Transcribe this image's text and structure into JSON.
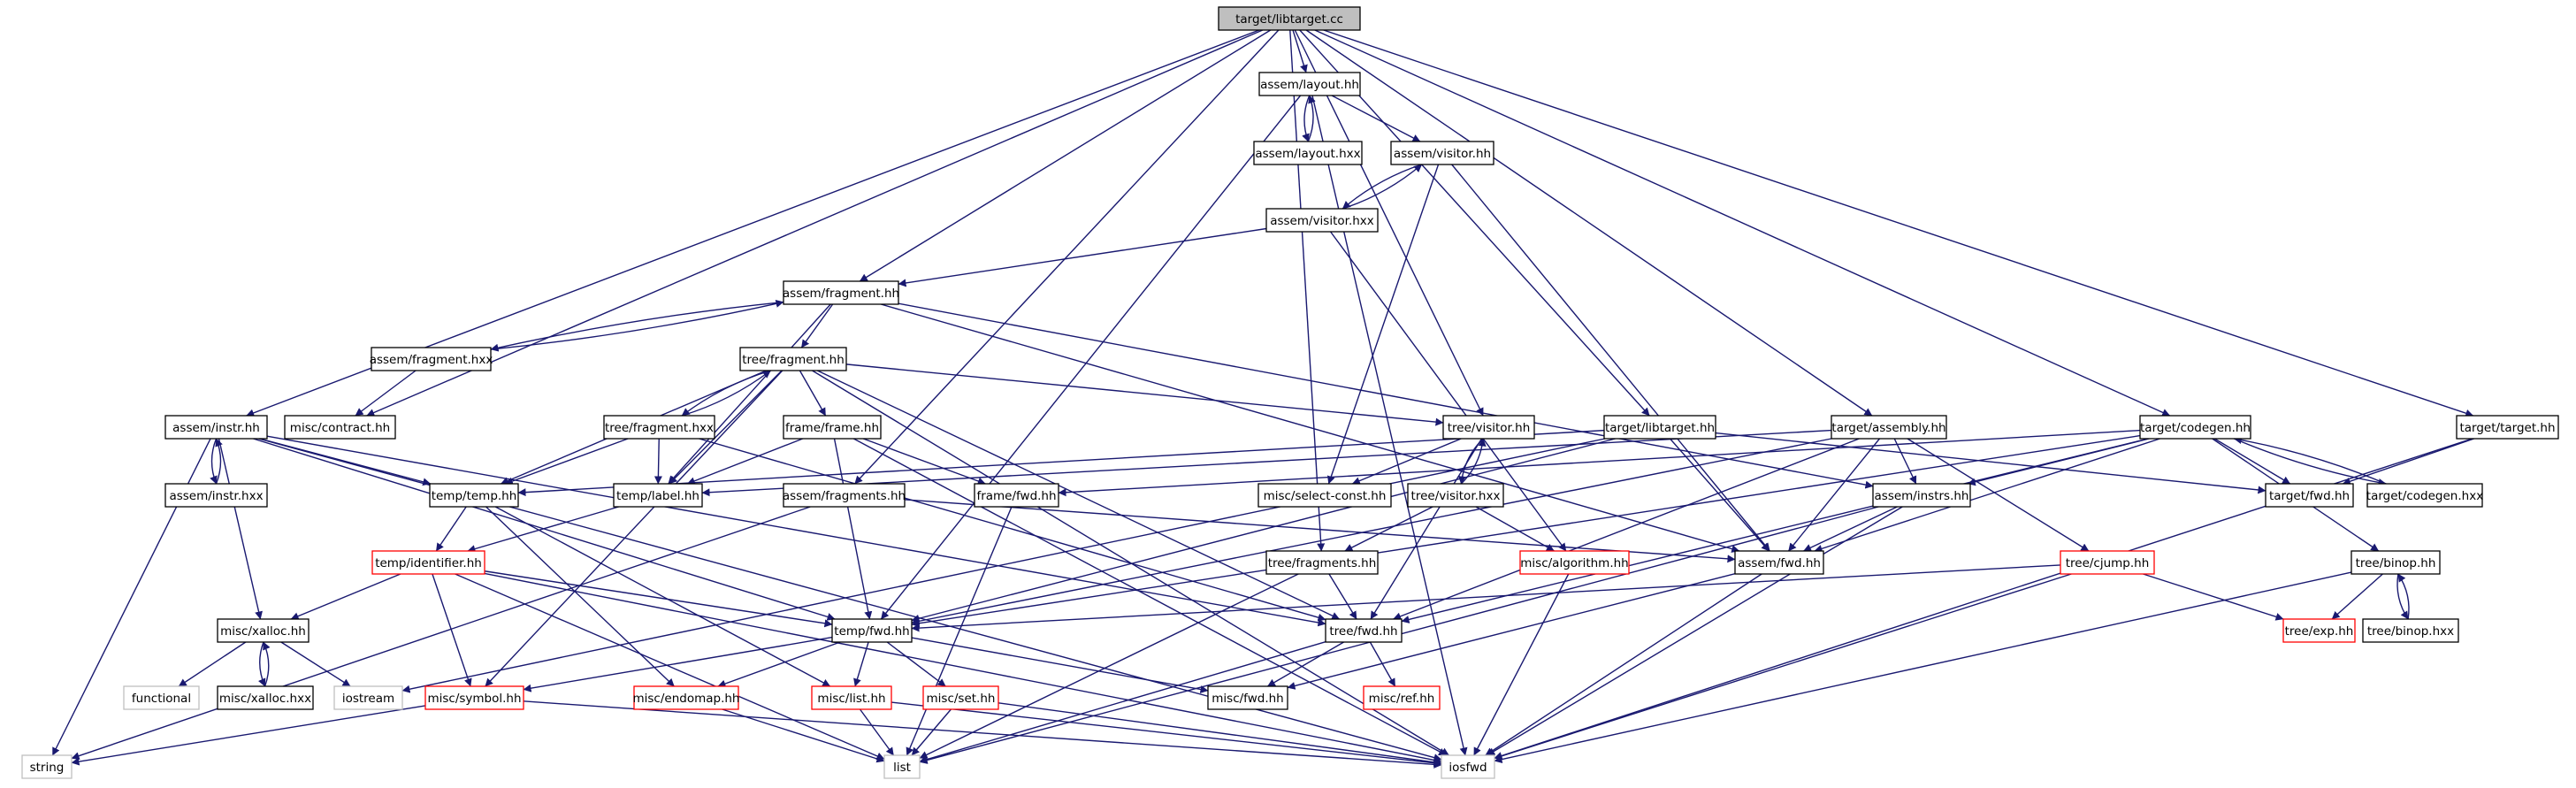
{
  "colors": {
    "edge": "#191970",
    "node_border": "#000000",
    "missing_border": "#ff0000",
    "external_border": "#bfbfbf",
    "root_fill": "#bfbfbf"
  },
  "nodes": [
    {
      "id": "libtarget_cc",
      "label": "target/libtarget.cc",
      "kind": "root"
    },
    {
      "id": "assem_layout_hh",
      "label": "assem/layout.hh",
      "kind": "normal"
    },
    {
      "id": "assem_layout_hxx",
      "label": "assem/layout.hxx",
      "kind": "normal"
    },
    {
      "id": "assem_visitor_hh",
      "label": "assem/visitor.hh",
      "kind": "normal"
    },
    {
      "id": "assem_visitor_hxx",
      "label": "assem/visitor.hxx",
      "kind": "normal"
    },
    {
      "id": "assem_fragment_hh",
      "label": "assem/fragment.hh",
      "kind": "normal"
    },
    {
      "id": "assem_fragment_hxx",
      "label": "assem/fragment.hxx",
      "kind": "normal"
    },
    {
      "id": "misc_contract_hh",
      "label": "misc/contract.hh",
      "kind": "normal"
    },
    {
      "id": "tree_fragment_hh",
      "label": "tree/fragment.hh",
      "kind": "normal"
    },
    {
      "id": "tree_fragment_hxx",
      "label": "tree/fragment.hxx",
      "kind": "normal"
    },
    {
      "id": "frame_frame_hh",
      "label": "frame/frame.hh",
      "kind": "normal"
    },
    {
      "id": "assem_instr_hh",
      "label": "assem/instr.hh",
      "kind": "normal"
    },
    {
      "id": "assem_instr_hxx",
      "label": "assem/instr.hxx",
      "kind": "normal"
    },
    {
      "id": "temp_temp_hh",
      "label": "temp/temp.hh",
      "kind": "normal"
    },
    {
      "id": "temp_label_hh",
      "label": "temp/label.hh",
      "kind": "normal"
    },
    {
      "id": "assem_fragments_hh",
      "label": "assem/fragments.hh",
      "kind": "normal"
    },
    {
      "id": "frame_fwd_hh",
      "label": "frame/fwd.hh",
      "kind": "normal"
    },
    {
      "id": "tree_visitor_hh",
      "label": "tree/visitor.hh",
      "kind": "normal"
    },
    {
      "id": "tree_visitor_hxx",
      "label": "tree/visitor.hxx",
      "kind": "normal"
    },
    {
      "id": "misc_select_const_hh",
      "label": "misc/select-const.hh",
      "kind": "normal"
    },
    {
      "id": "target_libtarget_hh",
      "label": "target/libtarget.hh",
      "kind": "normal"
    },
    {
      "id": "target_assembly_hh",
      "label": "target/assembly.hh",
      "kind": "normal"
    },
    {
      "id": "assem_instrs_hh",
      "label": "assem/instrs.hh",
      "kind": "normal"
    },
    {
      "id": "assem_fwd_hh",
      "label": "assem/fwd.hh",
      "kind": "normal"
    },
    {
      "id": "target_codegen_hh",
      "label": "target/codegen.hh",
      "kind": "normal"
    },
    {
      "id": "target_fwd_hh",
      "label": "target/fwd.hh",
      "kind": "normal"
    },
    {
      "id": "target_codegen_hxx",
      "label": "target/codegen.hxx",
      "kind": "normal"
    },
    {
      "id": "target_target_hh",
      "label": "target/target.hh",
      "kind": "normal"
    },
    {
      "id": "temp_identifier_hh",
      "label": "temp/identifier.hh",
      "kind": "missing"
    },
    {
      "id": "misc_xalloc_hh",
      "label": "misc/xalloc.hh",
      "kind": "normal"
    },
    {
      "id": "misc_xalloc_hxx",
      "label": "misc/xalloc.hxx",
      "kind": "normal"
    },
    {
      "id": "temp_fwd_hh",
      "label": "temp/fwd.hh",
      "kind": "normal"
    },
    {
      "id": "tree_fragments_hh",
      "label": "tree/fragments.hh",
      "kind": "normal"
    },
    {
      "id": "tree_fwd_hh",
      "label": "tree/fwd.hh",
      "kind": "normal"
    },
    {
      "id": "misc_algorithm_hh",
      "label": "misc/algorithm.hh",
      "kind": "missing"
    },
    {
      "id": "tree_cjump_hh",
      "label": "tree/cjump.hh",
      "kind": "missing"
    },
    {
      "id": "tree_binop_hh",
      "label": "tree/binop.hh",
      "kind": "normal"
    },
    {
      "id": "tree_binop_hxx",
      "label": "tree/binop.hxx",
      "kind": "normal"
    },
    {
      "id": "tree_exp_hh",
      "label": "tree/exp.hh",
      "kind": "missing"
    },
    {
      "id": "functional",
      "label": "functional",
      "kind": "external"
    },
    {
      "id": "iostream",
      "label": "iostream",
      "kind": "external"
    },
    {
      "id": "misc_symbol_hh",
      "label": "misc/symbol.hh",
      "kind": "missing"
    },
    {
      "id": "misc_endomap_hh",
      "label": "misc/endomap.hh",
      "kind": "missing"
    },
    {
      "id": "misc_list_hh",
      "label": "misc/list.hh",
      "kind": "missing"
    },
    {
      "id": "misc_set_hh",
      "label": "misc/set.hh",
      "kind": "missing"
    },
    {
      "id": "misc_fwd_hh",
      "label": "misc/fwd.hh",
      "kind": "normal"
    },
    {
      "id": "misc_ref_hh",
      "label": "misc/ref.hh",
      "kind": "missing"
    },
    {
      "id": "string",
      "label": "string",
      "kind": "external"
    },
    {
      "id": "list",
      "label": "list",
      "kind": "external"
    },
    {
      "id": "iosfwd",
      "label": "iosfwd",
      "kind": "external"
    }
  ],
  "edges": [
    [
      "libtarget_cc",
      "assem_layout_hh"
    ],
    [
      "libtarget_cc",
      "assem_fragment_hh"
    ],
    [
      "libtarget_cc",
      "misc_contract_hh"
    ],
    [
      "libtarget_cc",
      "assem_instr_hh"
    ],
    [
      "libtarget_cc",
      "assem_fragments_hh"
    ],
    [
      "libtarget_cc",
      "tree_fragments_hh"
    ],
    [
      "libtarget_cc",
      "tree_visitor_hh"
    ],
    [
      "libtarget_cc",
      "target_libtarget_hh"
    ],
    [
      "libtarget_cc",
      "target_assembly_hh"
    ],
    [
      "libtarget_cc",
      "target_codegen_hh"
    ],
    [
      "libtarget_cc",
      "target_target_hh"
    ],
    [
      "assem_layout_hh",
      "assem_layout_hxx"
    ],
    [
      "assem_layout_hxx",
      "assem_layout_hh"
    ],
    [
      "assem_layout_hh",
      "assem_visitor_hh"
    ],
    [
      "assem_layout_hh",
      "temp_fwd_hh"
    ],
    [
      "assem_layout_hh",
      "iosfwd"
    ],
    [
      "assem_visitor_hh",
      "assem_visitor_hxx"
    ],
    [
      "assem_visitor_hxx",
      "assem_visitor_hh"
    ],
    [
      "assem_visitor_hh",
      "misc_select_const_hh"
    ],
    [
      "assem_visitor_hh",
      "assem_fwd_hh"
    ],
    [
      "assem_visitor_hxx",
      "assem_fragment_hh"
    ],
    [
      "assem_visitor_hxx",
      "misc_algorithm_hh"
    ],
    [
      "assem_fragment_hh",
      "assem_fragment_hxx"
    ],
    [
      "assem_fragment_hxx",
      "assem_fragment_hh"
    ],
    [
      "assem_fragment_hh",
      "tree_fragment_hh"
    ],
    [
      "assem_fragment_hh",
      "temp_label_hh"
    ],
    [
      "assem_fragment_hh",
      "assem_instrs_hh"
    ],
    [
      "assem_fragment_hh",
      "assem_fwd_hh"
    ],
    [
      "assem_fragment_hxx",
      "misc_contract_hh"
    ],
    [
      "tree_fragment_hh",
      "tree_fragment_hxx"
    ],
    [
      "tree_fragment_hxx",
      "tree_fragment_hh"
    ],
    [
      "tree_fragment_hh",
      "frame_frame_hh"
    ],
    [
      "tree_fragment_hh",
      "temp_temp_hh"
    ],
    [
      "tree_fragment_hh",
      "temp_label_hh"
    ],
    [
      "tree_fragment_hh",
      "tree_visitor_hh"
    ],
    [
      "tree_fragment_hh",
      "tree_fwd_hh"
    ],
    [
      "tree_fragment_hh",
      "misc_symbol_hh"
    ],
    [
      "tree_fragment_hh",
      "iosfwd"
    ],
    [
      "tree_fragment_hxx",
      "temp_temp_hh"
    ],
    [
      "tree_fragment_hxx",
      "temp_label_hh"
    ],
    [
      "tree_fragment_hxx",
      "tree_fwd_hh"
    ],
    [
      "frame_frame_hh",
      "frame_fwd_hh"
    ],
    [
      "frame_frame_hh",
      "temp_label_hh"
    ],
    [
      "frame_frame_hh",
      "temp_fwd_hh"
    ],
    [
      "frame_frame_hh",
      "iosfwd"
    ],
    [
      "assem_instr_hh",
      "assem_instr_hxx"
    ],
    [
      "assem_instr_hxx",
      "assem_instr_hh"
    ],
    [
      "assem_instr_hh",
      "temp_temp_hh"
    ],
    [
      "assem_instr_hh",
      "misc_xalloc_hh"
    ],
    [
      "assem_instr_hh",
      "temp_fwd_hh"
    ],
    [
      "assem_instr_hh",
      "tree_fwd_hh"
    ],
    [
      "assem_instr_hh",
      "string"
    ],
    [
      "assem_instr_hh",
      "iosfwd"
    ],
    [
      "temp_temp_hh",
      "temp_identifier_hh"
    ],
    [
      "temp_temp_hh",
      "misc_endomap_hh"
    ],
    [
      "temp_temp_hh",
      "misc_list_hh"
    ],
    [
      "temp_label_hh",
      "temp_identifier_hh"
    ],
    [
      "temp_identifier_hh",
      "misc_xalloc_hh"
    ],
    [
      "temp_identifier_hh",
      "temp_fwd_hh"
    ],
    [
      "temp_identifier_hh",
      "misc_symbol_hh"
    ],
    [
      "temp_identifier_hh",
      "list"
    ],
    [
      "temp_identifier_hh",
      "iosfwd"
    ],
    [
      "assem_fragments_hh",
      "assem_fwd_hh"
    ],
    [
      "assem_fragments_hh",
      "string"
    ],
    [
      "frame_fwd_hh",
      "list"
    ],
    [
      "tree_visitor_hh",
      "tree_visitor_hxx"
    ],
    [
      "tree_visitor_hxx",
      "tree_visitor_hh"
    ],
    [
      "tree_visitor_hh",
      "misc_select_const_hh"
    ],
    [
      "tree_visitor_hh",
      "tree_fwd_hh"
    ],
    [
      "tree_visitor_hxx",
      "tree_fragments_hh"
    ],
    [
      "tree_visitor_hxx",
      "misc_algorithm_hh"
    ],
    [
      "target_libtarget_hh",
      "temp_temp_hh"
    ],
    [
      "target_libtarget_hh",
      "assem_fwd_hh"
    ],
    [
      "target_libtarget_hh",
      "target_fwd_hh"
    ],
    [
      "target_libtarget_hh",
      "temp_fwd_hh"
    ],
    [
      "target_libtarget_hh",
      "iostream"
    ],
    [
      "target_assembly_hh",
      "temp_label_hh"
    ],
    [
      "target_assembly_hh",
      "assem_instrs_hh"
    ],
    [
      "target_assembly_hh",
      "assem_fwd_hh"
    ],
    [
      "target_assembly_hh",
      "tree_cjump_hh"
    ],
    [
      "target_assembly_hh",
      "temp_fwd_hh"
    ],
    [
      "target_assembly_hh",
      "tree_fwd_hh"
    ],
    [
      "assem_instrs_hh",
      "assem_fwd_hh"
    ],
    [
      "assem_instrs_hh",
      "list"
    ],
    [
      "assem_instrs_hh",
      "iosfwd"
    ],
    [
      "assem_fwd_hh",
      "misc_fwd_hh"
    ],
    [
      "assem_fwd_hh",
      "iosfwd"
    ],
    [
      "target_codegen_hh",
      "target_codegen_hxx"
    ],
    [
      "target_codegen_hxx",
      "target_codegen_hh"
    ],
    [
      "target_codegen_hh",
      "target_fwd_hh"
    ],
    [
      "target_codegen_hh",
      "assem_instrs_hh"
    ],
    [
      "target_codegen_hh",
      "assem_fwd_hh"
    ],
    [
      "target_codegen_hh",
      "frame_fwd_hh"
    ],
    [
      "target_codegen_hh",
      "tree_binop_hh"
    ],
    [
      "target_codegen_hh",
      "tree_fwd_hh"
    ],
    [
      "target_codegen_hh",
      "temp_fwd_hh"
    ],
    [
      "target_target_hh",
      "target_fwd_hh"
    ],
    [
      "target_target_hh",
      "iosfwd"
    ],
    [
      "misc_xalloc_hh",
      "misc_xalloc_hxx"
    ],
    [
      "misc_xalloc_hxx",
      "misc_xalloc_hh"
    ],
    [
      "misc_xalloc_hh",
      "functional"
    ],
    [
      "misc_xalloc_hh",
      "iostream"
    ],
    [
      "temp_fwd_hh",
      "misc_symbol_hh"
    ],
    [
      "temp_fwd_hh",
      "misc_endomap_hh"
    ],
    [
      "temp_fwd_hh",
      "misc_list_hh"
    ],
    [
      "temp_fwd_hh",
      "misc_set_hh"
    ],
    [
      "temp_fwd_hh",
      "misc_fwd_hh"
    ],
    [
      "tree_fragments_hh",
      "tree_fwd_hh"
    ],
    [
      "tree_fragments_hh",
      "list"
    ],
    [
      "tree_fwd_hh",
      "misc_fwd_hh"
    ],
    [
      "tree_fwd_hh",
      "misc_ref_hh"
    ],
    [
      "tree_fwd_hh",
      "list"
    ],
    [
      "misc_algorithm_hh",
      "iosfwd"
    ],
    [
      "tree_cjump_hh",
      "tree_exp_hh"
    ],
    [
      "tree_cjump_hh",
      "temp_fwd_hh"
    ],
    [
      "tree_cjump_hh",
      "iosfwd"
    ],
    [
      "tree_binop_hh",
      "tree_binop_hxx"
    ],
    [
      "tree_binop_hxx",
      "tree_binop_hh"
    ],
    [
      "tree_binop_hh",
      "tree_exp_hh"
    ],
    [
      "tree_binop_hh",
      "iosfwd"
    ],
    [
      "misc_symbol_hh",
      "string"
    ],
    [
      "misc_symbol_hh",
      "iosfwd"
    ],
    [
      "misc_endomap_hh",
      "list"
    ],
    [
      "misc_list_hh",
      "list"
    ],
    [
      "misc_list_hh",
      "iosfwd"
    ],
    [
      "misc_set_hh",
      "list"
    ],
    [
      "misc_set_hh",
      "iosfwd"
    ]
  ]
}
